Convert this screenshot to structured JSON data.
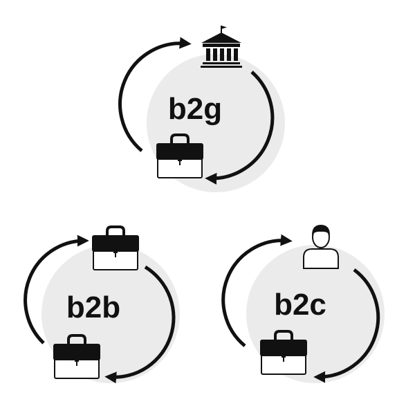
{
  "colors": {
    "circle_fill": "#ebebeb",
    "ink": "#111111",
    "paper": "#ffffff"
  },
  "models": [
    {
      "label": "b2g",
      "top_icon": "government-building-icon",
      "bottom_icon": "briefcase-icon"
    },
    {
      "label": "b2b",
      "top_icon": "briefcase-icon",
      "bottom_icon": "briefcase-icon"
    },
    {
      "label": "b2c",
      "top_icon": "person-icon",
      "bottom_icon": "briefcase-icon"
    }
  ]
}
